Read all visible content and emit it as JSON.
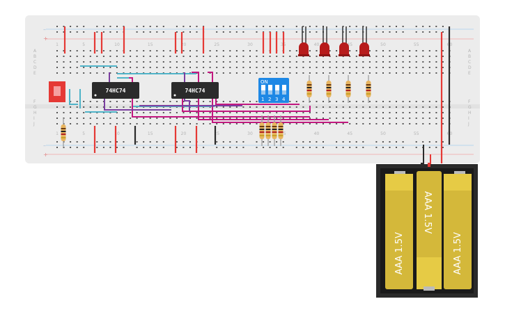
{
  "breadboard": {
    "row_labels": [
      "A",
      "B",
      "C",
      "D",
      "E",
      "F",
      "G",
      "H",
      "I",
      "J"
    ],
    "column_numbers": [
      "1",
      "5",
      "10",
      "15",
      "20",
      "25",
      "30",
      "35",
      "40",
      "45",
      "50",
      "55",
      "60"
    ]
  },
  "chips": [
    {
      "label": "74HC74"
    },
    {
      "label": "74HC74"
    }
  ],
  "dip_switch": {
    "on_label": "ON",
    "positions": [
      "1",
      "2",
      "3",
      "4"
    ]
  },
  "leds": {
    "count": 4,
    "color": "#b71c1c"
  },
  "battery_pack": {
    "cells": [
      {
        "label": "AAA 1.5V"
      },
      {
        "label": "AAA 1.5V"
      },
      {
        "label": "AAA 1.5V"
      }
    ]
  },
  "colors": {
    "board": "#ececec",
    "wire_red": "#e53935",
    "wire_black": "#2b2b2b",
    "wire_magenta": "#c2187f",
    "wire_cyan": "#4fb3c8",
    "wire_purple": "#7b3fa0",
    "chip": "#2b2b2b",
    "dip": "#1e88e5",
    "slide_switch": "#e53935",
    "battery_body": "#d4b83a"
  }
}
